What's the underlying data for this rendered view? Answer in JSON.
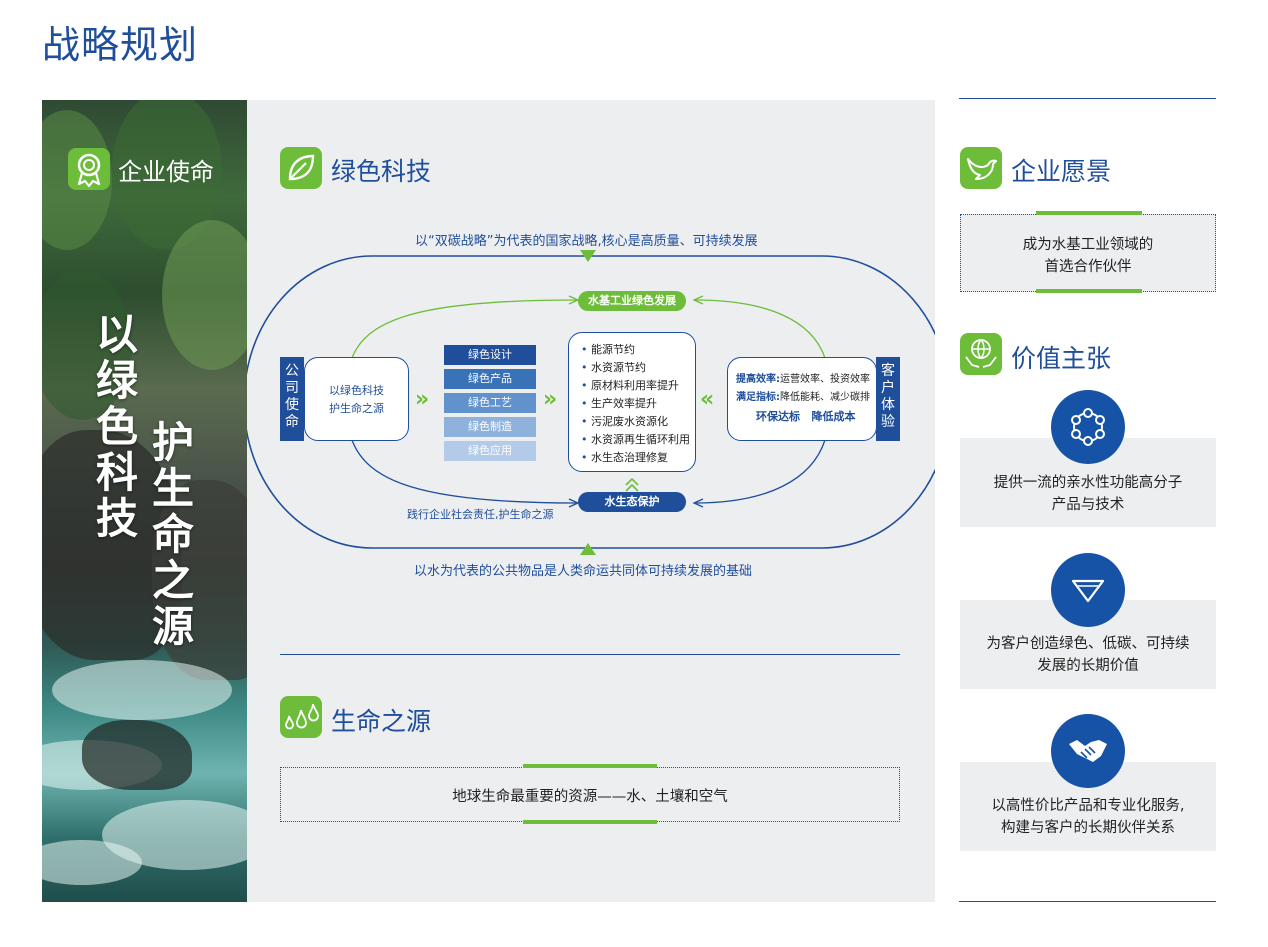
{
  "page": {
    "title": "战略规划"
  },
  "mission": {
    "label": "企业使命",
    "slogan_left": "以绿色科技",
    "slogan_right": "护生命之源"
  },
  "green_tech": {
    "title": "绿色科技",
    "top_text": "以“双碳战略”为代表的国家战略,核心是高质量、可持续发展",
    "bottom_text": "以水为代表的公共物品是人类命运共同体可持续发展的基础",
    "pill_top": "水基工业绿色发展",
    "pill_bottom": "水生态保护",
    "csr_text": "践行企业社会责任,护生命之源",
    "left_bar": "公司使命",
    "right_bar": "客户体验",
    "left_card": [
      "以绿色科技",
      "护生命之源"
    ],
    "stack": [
      {
        "label": "绿色设计",
        "color": "#1f4e9b"
      },
      {
        "label": "绿色产品",
        "color": "#3a72b8"
      },
      {
        "label": "绿色工艺",
        "color": "#6192cc"
      },
      {
        "label": "绿色制造",
        "color": "#8fb2dc"
      },
      {
        "label": "绿色应用",
        "color": "#b3cbe8"
      }
    ],
    "bullets": [
      "能源节约",
      "水资源节约",
      "原材料利用率提升",
      "生产效率提升",
      "污泥废水资源化",
      "水资源再生循环利用",
      "水生态治理修复"
    ],
    "right_card": {
      "line1_key": "提高效率:",
      "line1_val": "运营效率、投资效率",
      "line2_key": "满足指标:",
      "line2_val": "降低能耗、减少碳排",
      "line3": "环保达标   降低成本"
    }
  },
  "source_of_life": {
    "title": "生命之源",
    "text": "地球生命最重要的资源——水、土壤和空气"
  },
  "vision": {
    "title": "企业愿景",
    "text_line1": "成为水基工业领域的",
    "text_line2": "首选合作伙伴"
  },
  "value": {
    "title": "价值主张",
    "items": [
      {
        "icon": "molecule-icon",
        "line1": "提供一流的亲水性功能高分子",
        "line2": "产品与技术"
      },
      {
        "icon": "diamond-icon",
        "line1": "为客户创造绿色、低碳、可持续",
        "line2": "发展的长期价值"
      },
      {
        "icon": "handshake-icon",
        "line1": "以高性价比产品和专业化服务,",
        "line2": "构建与客户的长期伙伴关系"
      }
    ]
  },
  "colors": {
    "brand_blue": "#1f4e9b",
    "accent_green": "#6ebd3a",
    "panel_gray": "#edeef0"
  }
}
